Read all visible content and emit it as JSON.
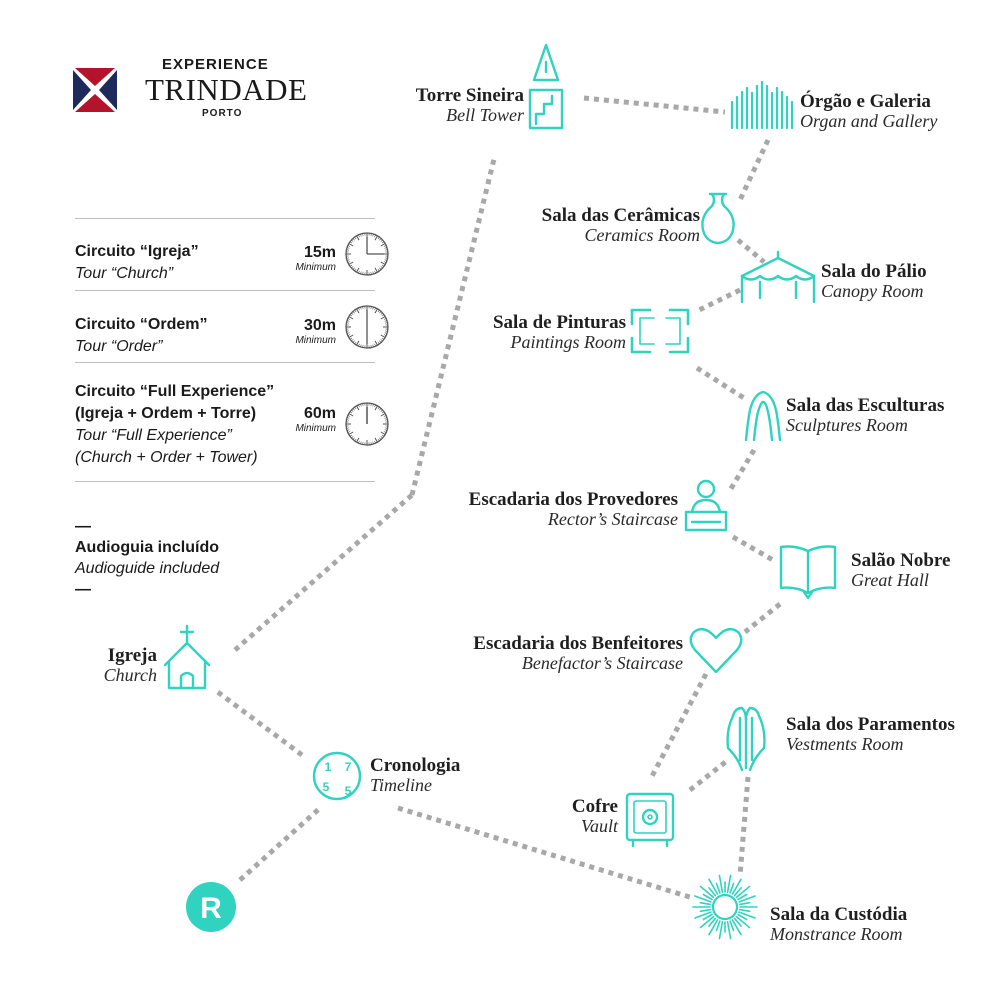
{
  "logo": {
    "top": "EXPERIENCE",
    "name": "TRINDADE",
    "city": "PORTO",
    "colors": {
      "red": "#b3132b",
      "navy": "#1c2a5c"
    }
  },
  "colors": {
    "accent": "#2fd3c0",
    "dots": "#a8a8a8",
    "text": "#1f1f1f"
  },
  "tours": [
    {
      "title": "Circuito “Igreja”",
      "subtitle": "Tour “Church”",
      "duration": "15m",
      "minimum": "Minimum",
      "fraction": 0.25
    },
    {
      "title": "Circuito “Ordem”",
      "subtitle": "Tour “Order”",
      "duration": "30m",
      "minimum": "Minimum",
      "fraction": 0.5
    },
    {
      "title": "Circuito “Full Experience”",
      "title2": "(Igreja + Ordem + Torre)",
      "subtitle": "Tour “Full Experience”",
      "subtitle2": "(Church + Order + Tower)",
      "duration": "60m",
      "minimum": "Minimum",
      "fraction": 1.0
    }
  ],
  "audio": {
    "dash": "—",
    "pt": "Audioguia incluído",
    "en": "Audioguide included"
  },
  "start_marker": "R",
  "timeline_digits": [
    "1",
    "7",
    "5",
    "5"
  ],
  "stops": {
    "church": {
      "pt": "Igreja",
      "en": "Church",
      "icon": "church-icon"
    },
    "timeline": {
      "pt": "Cronologia",
      "en": "Timeline",
      "icon": "timeline-icon"
    },
    "bell_tower": {
      "pt": "Torre Sineira",
      "en": "Bell Tower",
      "icon": "bell-tower-icon"
    },
    "organ": {
      "pt": "Órgão e Galeria",
      "en": "Organ and Gallery",
      "icon": "organ-icon"
    },
    "ceramics": {
      "pt": "Sala das Cerâmicas",
      "en": "Ceramics Room",
      "icon": "vase-icon"
    },
    "palio": {
      "pt": "Sala do Pálio",
      "en": "Canopy Room",
      "icon": "canopy-icon"
    },
    "paintings": {
      "pt": "Sala de Pinturas",
      "en": "Paintings Room",
      "icon": "frame-icon"
    },
    "sculptures": {
      "pt": "Sala das Esculturas",
      "en": "Sculptures Room",
      "icon": "sculpture-icon"
    },
    "rectors": {
      "pt": "Escadaria dos Provedores",
      "en": "Rector’s Staircase",
      "icon": "lectern-icon"
    },
    "great_hall": {
      "pt": "Salão Nobre",
      "en": "Great Hall",
      "icon": "book-icon"
    },
    "benefactors": {
      "pt": "Escadaria dos Benfeitores",
      "en": "Benefactor’s Staircase",
      "icon": "heart-icon"
    },
    "vestments": {
      "pt": "Sala dos Paramentos",
      "en": "Vestments Room",
      "icon": "vestment-icon"
    },
    "vault": {
      "pt": "Cofre",
      "en": "Vault",
      "icon": "safe-icon"
    },
    "monstrance": {
      "pt": "Sala da Custódia",
      "en": "Monstrance Room",
      "icon": "monstrance-icon"
    }
  }
}
